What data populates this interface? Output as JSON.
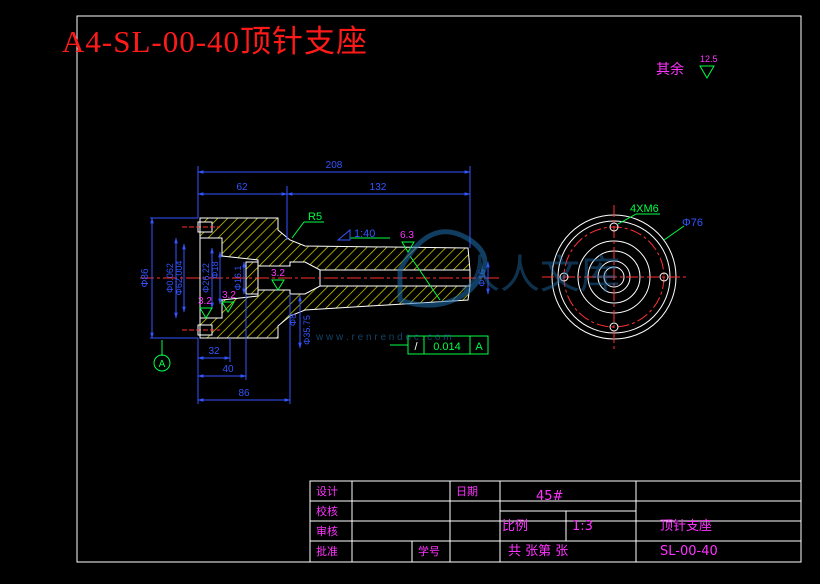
{
  "drawing": {
    "title": "A4-SL-00-40顶针支座",
    "roughness_note": {
      "label": "其余",
      "value": "12.5"
    }
  },
  "front_view": {
    "dimensions": {
      "overall_length": "208",
      "left_length": "62",
      "right_length": "132",
      "dim_32": "32",
      "dim_40": "40",
      "dim_86": "86",
      "outer_diameter": "Φ86",
      "fillet": "R5",
      "taper": "1:40",
      "dia_left_1": "Φ0.062",
      "dia_left_2": "Φ62.004",
      "dia_left_3": "Φ26.22",
      "dia_left_4": "Φ18",
      "dia_left_5": "Φ16.1",
      "dia_small": "Φ8",
      "dia_right": "Φ16",
      "dia_bottom": "Φ35.75"
    },
    "roughness_marks": [
      "3.2",
      "3.2",
      "3.2",
      "6.3"
    ],
    "datum": "A",
    "tolerance_frame": {
      "symbol": "/",
      "value": "0.014",
      "datum": "A"
    }
  },
  "side_view": {
    "holes_label": "4XM6",
    "bolt_circle": "Φ76"
  },
  "watermark": {
    "logo": "人人文库",
    "url": "w w w . r e n r e n d o c . c o m"
  },
  "title_block": {
    "labels": {
      "design": "设计",
      "check": "校核",
      "review": "审核",
      "approve": "批准",
      "date": "日期",
      "seal": "学号",
      "scale_label": "比例"
    },
    "material": "45#",
    "scale_value": "1:3",
    "part_name": "顶针支座",
    "sheet_text": "共  张第  张",
    "drawing_number": "SL-00-40"
  },
  "colors": {
    "background": "#000000",
    "border": "#ffffff",
    "dimension": "#3355ff",
    "part_outline": "#ffffff",
    "hatch": "#dddd00",
    "centerline": "#ff3030",
    "annotation": "#ff33ff",
    "leader": "#00ff44",
    "title_red": "#ff1a1a",
    "tb_text": "#ff33ff"
  }
}
